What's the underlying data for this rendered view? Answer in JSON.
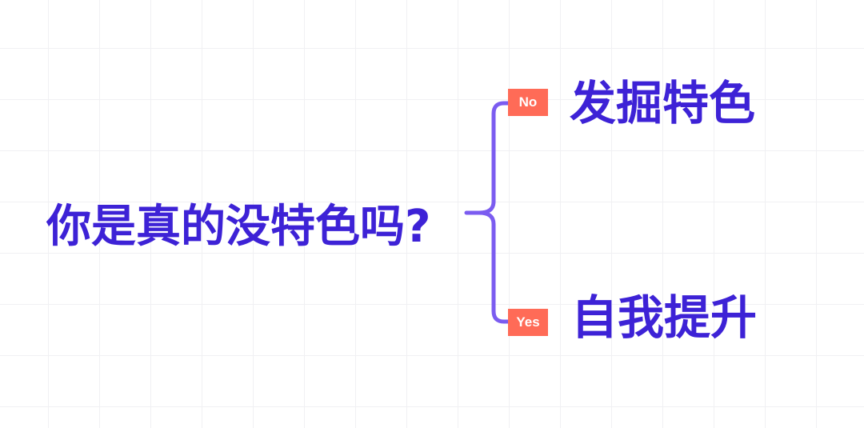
{
  "question": "你是真的没特色吗?",
  "branches": [
    {
      "tag": "No",
      "answer": "发掘特色"
    },
    {
      "tag": "Yes",
      "answer": "自我提升"
    }
  ],
  "colors": {
    "text": "#3d22d6",
    "tag_background": "#ff6b57",
    "tag_text": "#ffffff",
    "connector": "#7b5cf0",
    "grid": "#f0f0f3"
  }
}
